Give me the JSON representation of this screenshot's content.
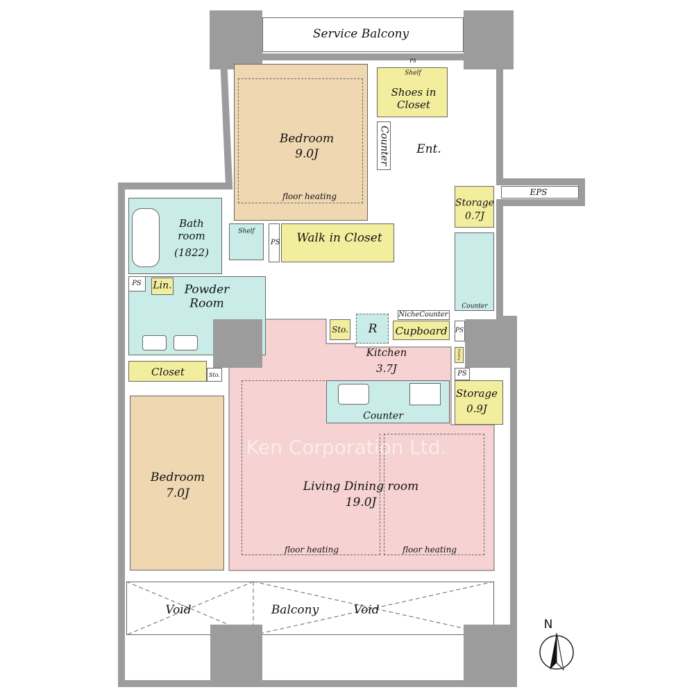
{
  "title": "Floor plan",
  "watermark": "Ken Corporation Ltd.",
  "rooms": {
    "service_balcony": "Service Balcony",
    "bedroom1": {
      "name": "Bedroom",
      "size": "9.0J",
      "note": "floor heating"
    },
    "shoes_closet": "Shoes in Closet",
    "shelf": "Shelf",
    "counter": "Counter",
    "entrance": "Ent.",
    "ps": "PS",
    "eps": "EPS",
    "storage1": {
      "name": "Storage",
      "size": "0.7J"
    },
    "bathroom": {
      "name": "Bath room",
      "size": "(1822)"
    },
    "walk_in_closet": "Walk in Closet",
    "powder_room": "Powder Room",
    "linen": "Lin.",
    "sto": "Sto.",
    "refrigerator": "R",
    "niche_counter": "NicheCounter",
    "cupboard": "Cupboard",
    "pantry": "Pantry",
    "kitchen": {
      "name": "Kitchen",
      "size": "3.7J",
      "counter": "Counter"
    },
    "storage2": {
      "name": "Storage",
      "size": "0.9J"
    },
    "closet": "Closet",
    "bedroom2": {
      "name": "Bedroom",
      "size": "7.0J"
    },
    "living": {
      "name": "Living Dining room",
      "size": "19.0J",
      "note1": "floor heating",
      "note2": "floor heating"
    },
    "void": "Void",
    "balcony": "Balcony"
  },
  "compass": "N",
  "colors": {
    "storage": "#f3ee9e",
    "wet": "#c9ece9",
    "bedroom": "#efd7b1",
    "living": "#f6d2d2",
    "wall": "#9c9c9c"
  }
}
